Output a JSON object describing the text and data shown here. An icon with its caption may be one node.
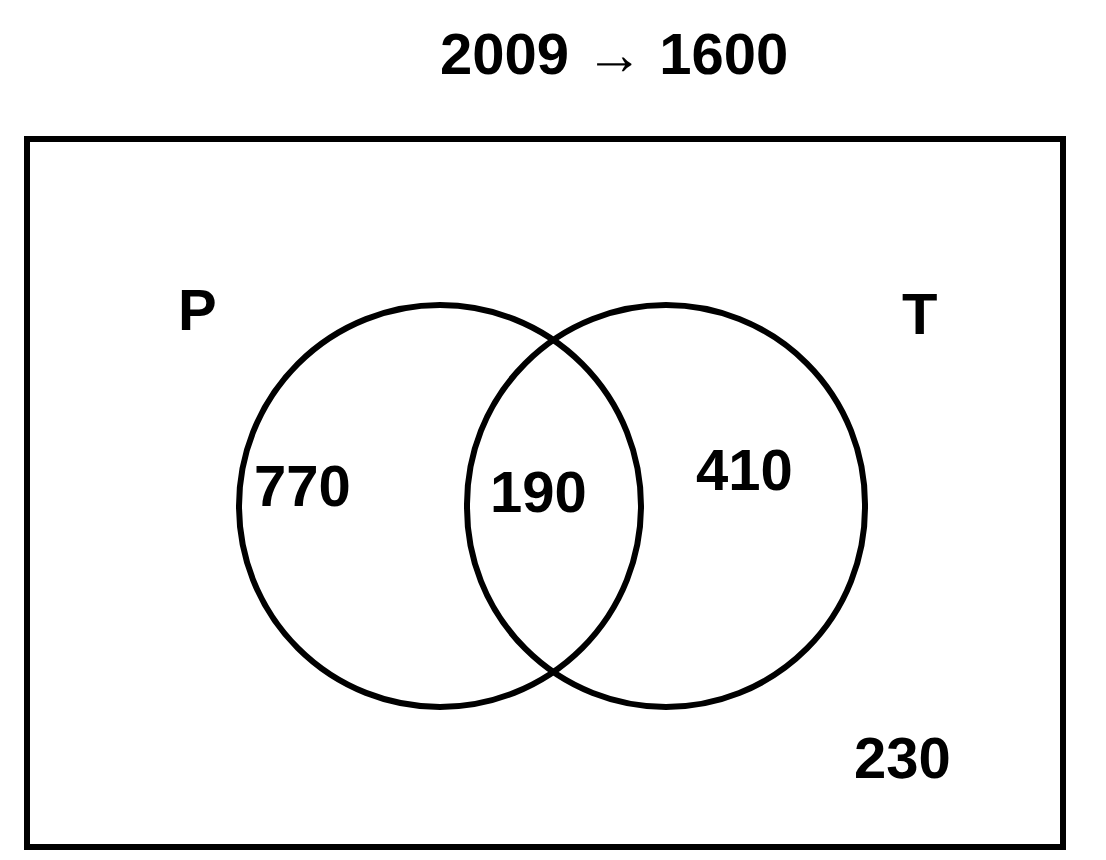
{
  "diagram": {
    "title": "2009 → 1600",
    "nodes": [
      {
        "text": [
          "230"
        ]
      },
      {
        "text": [
          "P",
          "770"
        ],
        "in": 0
      },
      {
        "text": [
          "T",
          "410"
        ],
        "in": 0
      }
    ],
    "labels": [
      "190"
    ]
  }
}
